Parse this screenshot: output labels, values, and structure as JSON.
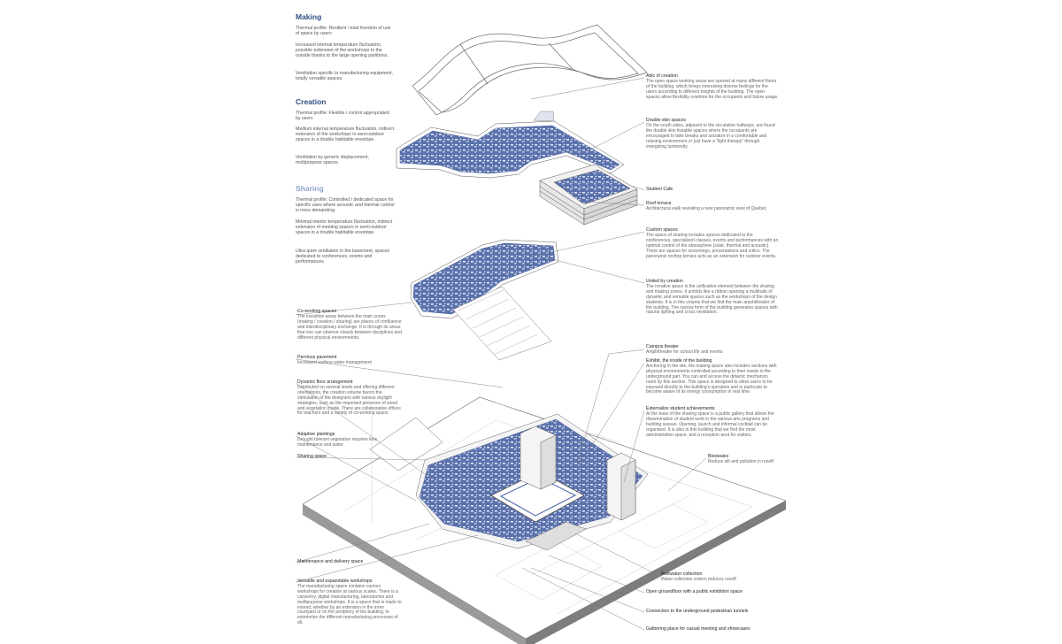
{
  "sections": [
    {
      "title": "Making",
      "paragraphs": [
        "Thermal profile: Resilient / total freedom of use of space by users",
        "Increased internal temperature fluctuation, possible extension of the workshops to the outside thanks to the large opening partitions.",
        "Ventilation specific to manufacturing equipment, totally versatile spaces."
      ]
    },
    {
      "title": "Creation",
      "paragraphs": [
        "Thermal profile: Flexible / control appropriated by users",
        "Medium internal temperature fluctuation, indirect extension of the workshops in semi-outdoor spaces in a double habitable envelope.",
        "Ventilation by generic displacement, multipurpose spaces."
      ]
    },
    {
      "title": "Sharing",
      "paragraphs": [
        "Thermal profile: Controlled / dedicated space for specific uses where acoustic and thermal control is more demanding.",
        "Minimal interior temperature fluctuation, indirect extension of meeting spaces in semi-outdoor spaces in a double habitable envelope.",
        "Ultra quiet ventilation in the basement, spaces dedicated to conferences, events and performances."
      ]
    }
  ],
  "annotations_right": [
    {
      "title": "Attic of creation",
      "body": "The open space working areas are opened at many different floors of the building, which brings interesting diverse feelings for the users according to different heights of the building. The open spaces allow flexibility overtime for the occupants and future usage."
    },
    {
      "title": "Double skin spaces",
      "body": "On the south sides, adjacent to the circulation hallways, are found the double skin liveable spaces where the occupants are encouraged to take breaks and socialize in a comfortable and relaxing environment or just have a \"light therapy\" through energizing luminosity."
    },
    {
      "title": "Student Cafe",
      "body": ""
    },
    {
      "title": "Roof terrace",
      "body": "Architectural walk revealing a new panoramic view of Quebec"
    },
    {
      "title": "Custom spaces",
      "body": "The space of sharing includes spaces dedicated to the conferences, specialized classes, events and performances with an optimal control of the atmosphere (solar, thermal and acoustic). There are spaces for screenings, presentations and critics. The panoramic rooftop terrace acts as an extension for outdoor events."
    },
    {
      "title": "United by creation",
      "body": "The creative space is the unification element between the sharing and making zones. It unfolds like a ribbon opening a multitude of dynamic and versatile spaces such as the workshops of the design students. It is in this volume that we find the main amphitheater of the building. The narrow form of the building generates spaces with natural lighting and cross ventilation."
    },
    {
      "title": "Campus theater",
      "body": "Amphitheater for school life and events"
    },
    {
      "title": "Exhibit, the inside of the building",
      "body": "Anchoring in the site, the making space also includes sections with physical environments controlled according to their needs in the underground part. You can and access the didactic mechanics room by this section. This space is designed to allow users to be exposed directly to the building's operation and in particular to become aware of its energy consumption in real time."
    },
    {
      "title": "Externalize student achievements",
      "body": "At the base of the sharing space is a public gallery that allows the dissemination of student work in the various arts programs and building sessue. Opening, launch and informal cocktail can be organized. It is also in this building that we find the most administrative space, and a reception area for visitors."
    },
    {
      "title": "Bioswales",
      "body": "Reduce silt and pollution in runoff"
    },
    {
      "title": "Rainwater collection",
      "body": "Water collection cistern reduces runoff"
    },
    {
      "title": "Open groundfloor with a public exhibition space",
      "body": ""
    },
    {
      "title": "Connection to the underground pedestrian tunnels",
      "body": ""
    },
    {
      "title": "Gathering place for casual meeting and showcases",
      "body": ""
    }
  ],
  "annotations_left": [
    {
      "title": "Co-working spaces",
      "body": "The transition areas between the main zones (making / creation / sharing) are places of confluence and interdisciplinary exchange. It is through its areas that one can observe closely between disciplines and different physical environments."
    },
    {
      "title": "Pervious pavement",
      "body": "Increased surface water management"
    },
    {
      "title": "Dynamic floor arrangement",
      "body": "Distributed on several levels and offering different orientations, the creation volume favors the stimulation of the designers with various skylight strategies, such as the important presence of wood and vegetation inside. There are collaborative offices for teachers and a variety of co-working space."
    },
    {
      "title": "Adaptive plantings",
      "body": "Drought tolerant vegetation requires less maintenance and water"
    },
    {
      "title": "Sharing space",
      "body": ""
    },
    {
      "title": "Maintenance and delivery space",
      "body": ""
    },
    {
      "title": "Versatile and expandable workshops",
      "body": "The manufacturing space contains various workshops for creation at various scales. There is a carpentry, digital manufacturing, laboratories and multipurpose workshops. It is a space that is made to extend, whether by an extension in the inner courtyard or on the periphery of the building, to exteriorize the different manufacturing processes of all."
    }
  ],
  "colors": {
    "accent": "#2f4e86",
    "accent_light": "#8fa3cc",
    "floor": "#5b72ad",
    "line": "#7a7a7a"
  }
}
